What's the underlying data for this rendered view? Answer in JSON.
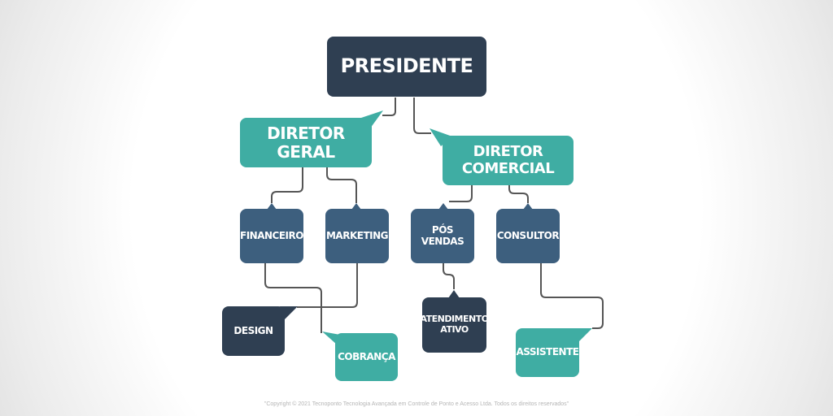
{
  "diagram": {
    "nodes": {
      "presidente": "PRESIDENTE",
      "diretor_geral": "DIRETOR GERAL",
      "diretor_comercial": "DIRETOR COMERCIAL",
      "financeiro": "FINANCEIRO",
      "marketing": "MARKETING",
      "pos_vendas": "PÓS VENDAS",
      "consultor": "CONSULTOR",
      "design": "DESIGN",
      "cobranca": "COBRANÇA",
      "atendimento_ativo": "ATENDIMENTO ATIVO",
      "assistente": "ASSISTENTE"
    },
    "colors": {
      "dark": "#2f3f52",
      "teal": "#3fada3",
      "blue": "#3d5f7e",
      "connector": "#555555"
    }
  },
  "footer": {
    "copyright": "\"Copyright © 2021 Tecnoponto Tecnologia Avançada em Controle de Ponto e Acesso Ltda. Todos os direitos reservados\""
  }
}
